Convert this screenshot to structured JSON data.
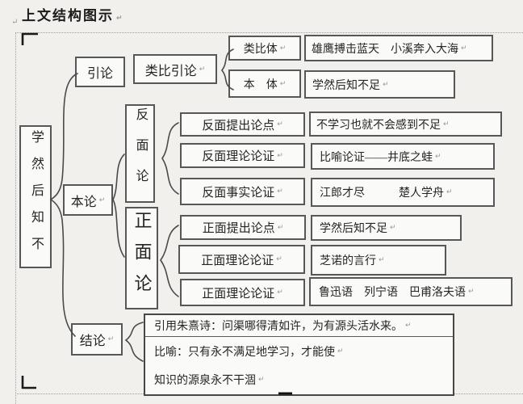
{
  "title": "上文结构图示",
  "marks": {
    "return": "↵"
  },
  "diagram": {
    "root": "学然后知不",
    "intro": "引论",
    "body": "本论",
    "conclusion_label": "结论",
    "analogy_intro": "类比引论",
    "analogy": [
      {
        "label": "类比体",
        "content": "雄鹰搏击蓝天　小溪奔入大海"
      },
      {
        "label": "本　体",
        "content": "学然后知不足"
      }
    ],
    "negative_label": "反面论",
    "negative": [
      {
        "label": "反面提出论点",
        "content": "不学习也就不会感到不足"
      },
      {
        "label": "反面理论论证",
        "content": "比喻论证——井底之蛙"
      },
      {
        "label": "反面事实论证",
        "content": "江郎才尽　　　楚人学舟"
      }
    ],
    "positive_label": "正面论",
    "positive": [
      {
        "label": "正面提出论点",
        "content": "学然后知不足"
      },
      {
        "label": "正面理论论证",
        "content": "芝诺的言行"
      },
      {
        "label": "正面理论论证",
        "content": "鲁迅语　列宁语　巴甫洛夫语"
      }
    ],
    "conclusion_lines": [
      "引用朱熹诗：问渠哪得清如许，为有源头活水来。",
      "比喻：只有永不满足地学习，才能使",
      "知识的源泉永不干涸"
    ]
  }
}
